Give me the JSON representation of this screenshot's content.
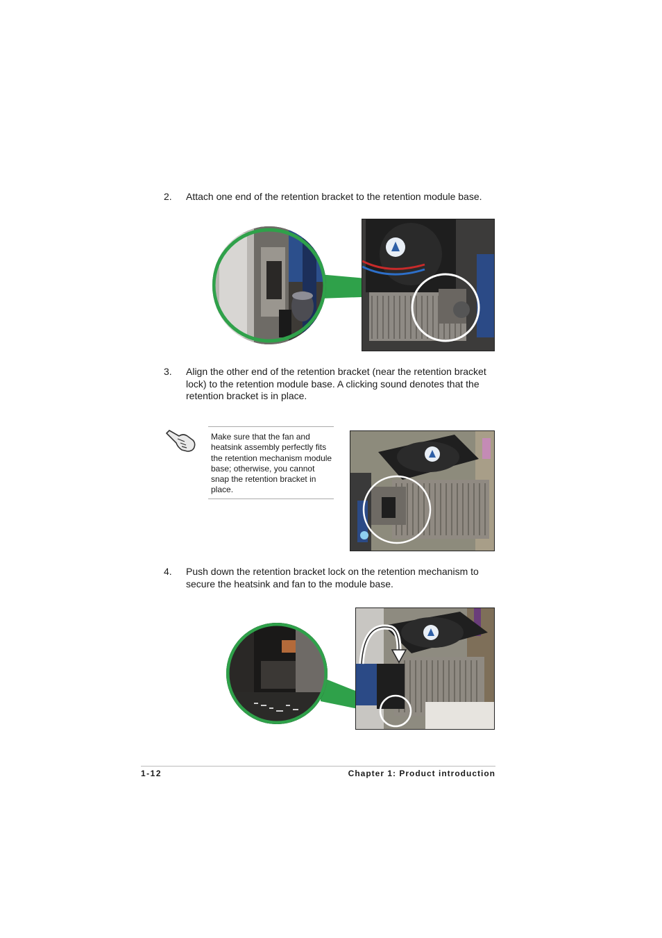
{
  "steps": [
    {
      "number": "2.",
      "text": "Attach one end of the retention bracket to the retention module base."
    },
    {
      "number": "3.",
      "text": "Align the other end of the retention bracket (near the retention bracket lock) to the retention module base. A clicking sound denotes that the retention bracket is in place."
    },
    {
      "number": "4.",
      "text": "Push down the retention bracket lock on the retention mechanism to secure the heatsink and fan to the module base."
    }
  ],
  "note": {
    "icon": "hand-pointing-icon",
    "text": "Make sure that the fan and heatsink assembly perfectly fits the retention mechanism module base; otherwise, you cannot snap the retention bracket in place."
  },
  "footer": {
    "page_number": "1-12",
    "chapter": "Chapter 1: Product introduction"
  },
  "colors": {
    "callout_green": "#2fa14a",
    "highlight_ring": "#ffffff"
  }
}
